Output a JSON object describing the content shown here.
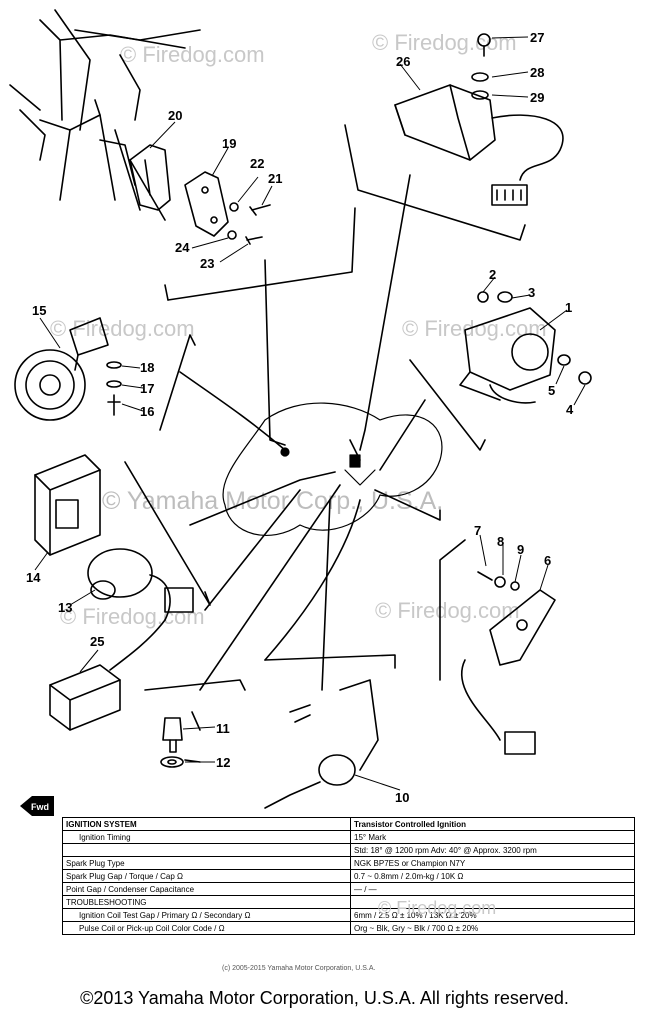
{
  "watermarks": {
    "top_left": "© Firedog.com",
    "top_right": "© Firedog.com",
    "mid_left": "© Firedog.com",
    "mid_right": "© Firedog.com",
    "center": "© Yamaha Motor Corp., U.S.A.",
    "lower_left": "© Firedog.com",
    "lower_right": "© Firedog.com",
    "table_right": "© Firedog.com"
  },
  "part_numbers": [
    "1",
    "2",
    "3",
    "4",
    "5",
    "6",
    "7",
    "8",
    "9",
    "10",
    "11",
    "12",
    "13",
    "14",
    "15",
    "16",
    "17",
    "18",
    "19",
    "20",
    "21",
    "22",
    "23",
    "24",
    "25",
    "26",
    "27",
    "28",
    "29"
  ],
  "fwd_label": "Fwd",
  "spec_table": {
    "rows": [
      {
        "label": "IGNITION SYSTEM",
        "value": "Transistor Controlled Ignition",
        "head": true
      },
      {
        "label": "Ignition Timing",
        "value": "15° Mark",
        "indent": true
      },
      {
        "label": "",
        "value": "Std: 18° @ 1200 rpm  Adv: 40° @ Approx. 3200 rpm"
      },
      {
        "label": "Spark Plug Type",
        "value": "NGK BP7ES or Champion N7Y"
      },
      {
        "label": "Spark Plug Gap / Torque / Cap Ω",
        "value": "0.7 ~ 0.8mm / 2.0m-kg / 10K Ω"
      },
      {
        "label": "Point Gap / Condenser Capacitance",
        "value": "— / —"
      },
      {
        "label": "TROUBLESHOOTING",
        "value": ""
      },
      {
        "label": "Ignition Coil Test Gap / Primary Ω / Secondary Ω",
        "value": "6mm / 2.5 Ω ± 10% / 13K Ω ± 20%",
        "indent": true
      },
      {
        "label": "Pulse Coil or Pick-up Coil Color Code / Ω",
        "value": "Org ~ Blk, Gry ~ Blk / 700 Ω ± 20%",
        "indent": true
      }
    ]
  },
  "small_copyright": "(c) 2005-2015 Yamaha Motor Corporation, U.S.A.",
  "footer": "©2013 Yamaha Motor Corporation, U.S.A. All rights reserved."
}
